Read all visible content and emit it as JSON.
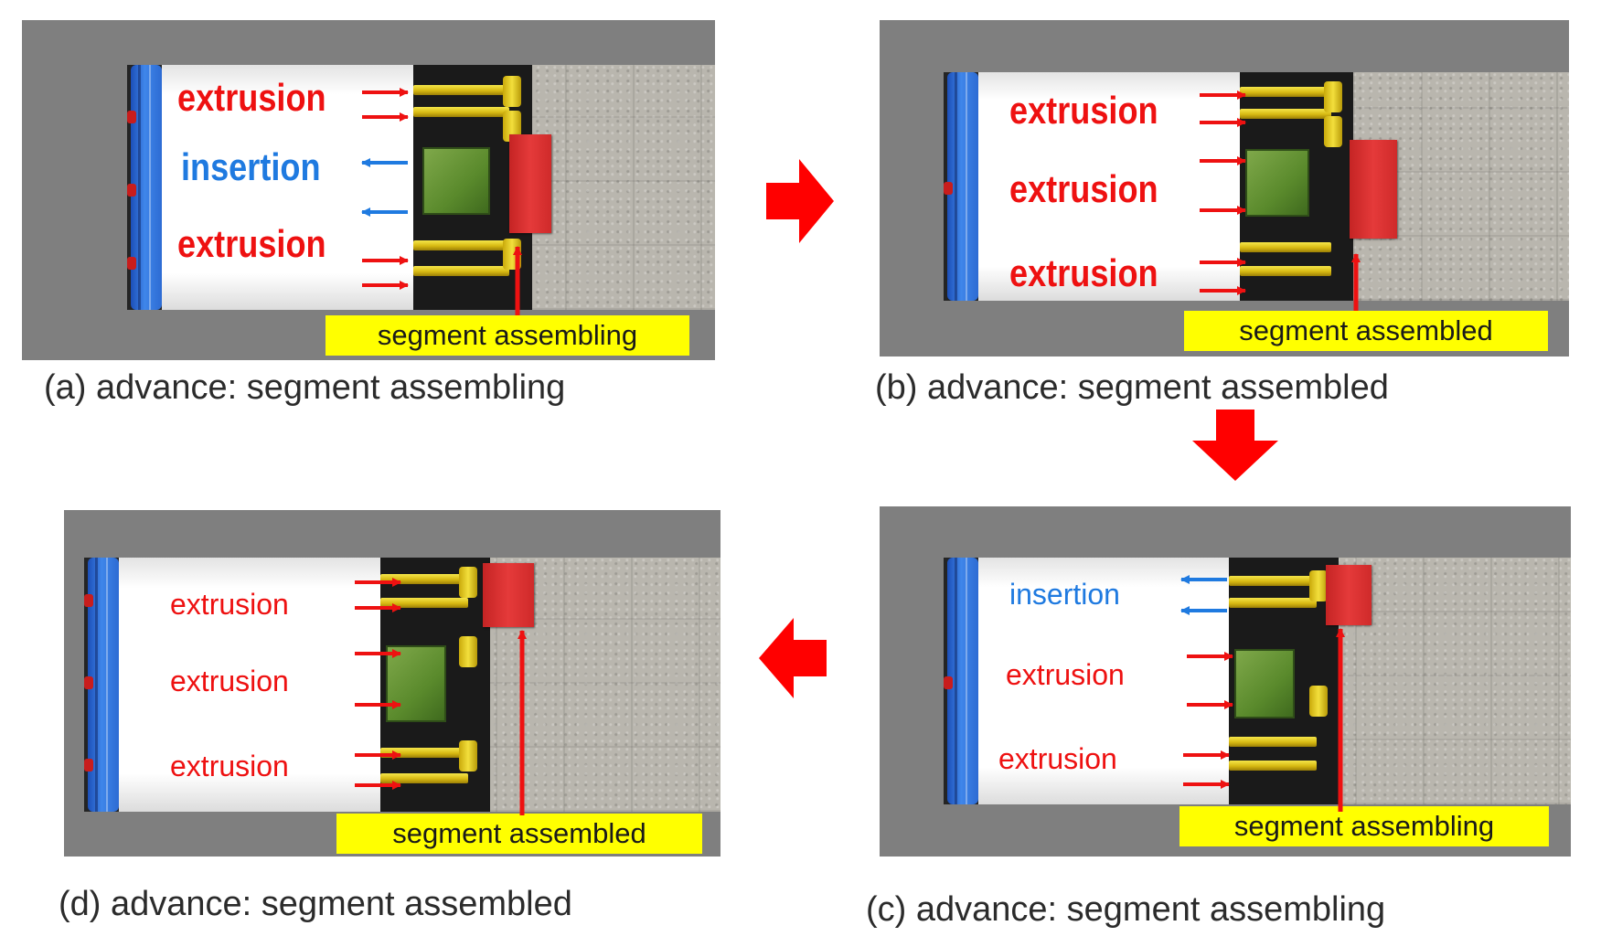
{
  "colors": {
    "extrusion": "#ee1111",
    "insertion": "#1f7ae0",
    "segment": "#e53a3a",
    "label_box": "#ffff00",
    "flow_arrow": "#ff0000"
  },
  "panels": {
    "a": {
      "caption": "(a) advance: segment assembling",
      "box": "segment assembling",
      "labels": [
        "extrusion",
        "insertion",
        "extrusion"
      ]
    },
    "b": {
      "caption": "(b) advance: segment assembled",
      "box": "segment assembled",
      "labels": [
        "extrusion",
        "extrusion",
        "extrusion"
      ]
    },
    "c": {
      "caption": "(c) advance: segment assembling",
      "box": "segment assembling",
      "labels": [
        "insertion",
        "extrusion",
        "extrusion"
      ]
    },
    "d": {
      "caption": "(d) advance: segment assembled",
      "box": "segment assembled",
      "labels": [
        "extrusion",
        "extrusion",
        "extrusion"
      ]
    }
  },
  "flow_arrows": [
    "right",
    "down",
    "left"
  ]
}
